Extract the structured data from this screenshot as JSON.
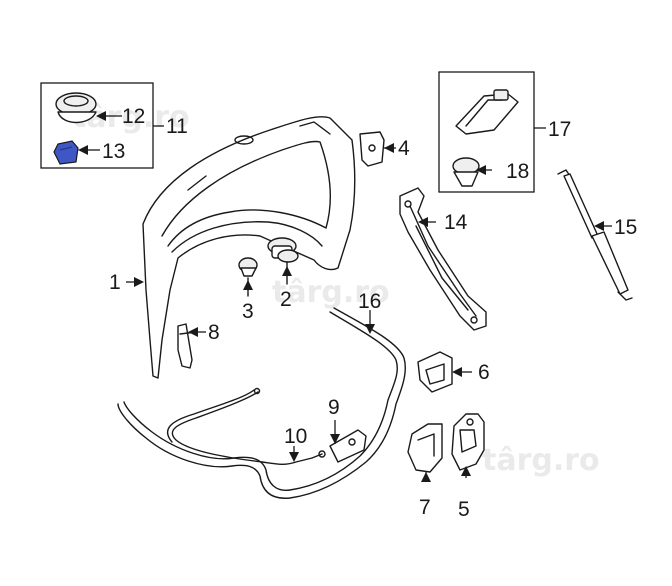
{
  "watermark": {
    "text": "târg.ro"
  },
  "colors": {
    "highlight_part": "#3f57c4",
    "line": "#1a1a1a"
  },
  "callouts": [
    {
      "id": "1",
      "label": "1"
    },
    {
      "id": "2",
      "label": "2"
    },
    {
      "id": "3",
      "label": "3"
    },
    {
      "id": "4",
      "label": "4"
    },
    {
      "id": "5",
      "label": "5"
    },
    {
      "id": "6",
      "label": "6"
    },
    {
      "id": "7",
      "label": "7"
    },
    {
      "id": "8",
      "label": "8"
    },
    {
      "id": "9",
      "label": "9"
    },
    {
      "id": "10",
      "label": "10"
    },
    {
      "id": "11",
      "label": "11"
    },
    {
      "id": "12",
      "label": "12"
    },
    {
      "id": "13",
      "label": "13"
    },
    {
      "id": "14",
      "label": "14"
    },
    {
      "id": "15",
      "label": "15"
    },
    {
      "id": "16",
      "label": "16"
    },
    {
      "id": "17",
      "label": "17"
    },
    {
      "id": "18",
      "label": "18"
    }
  ]
}
